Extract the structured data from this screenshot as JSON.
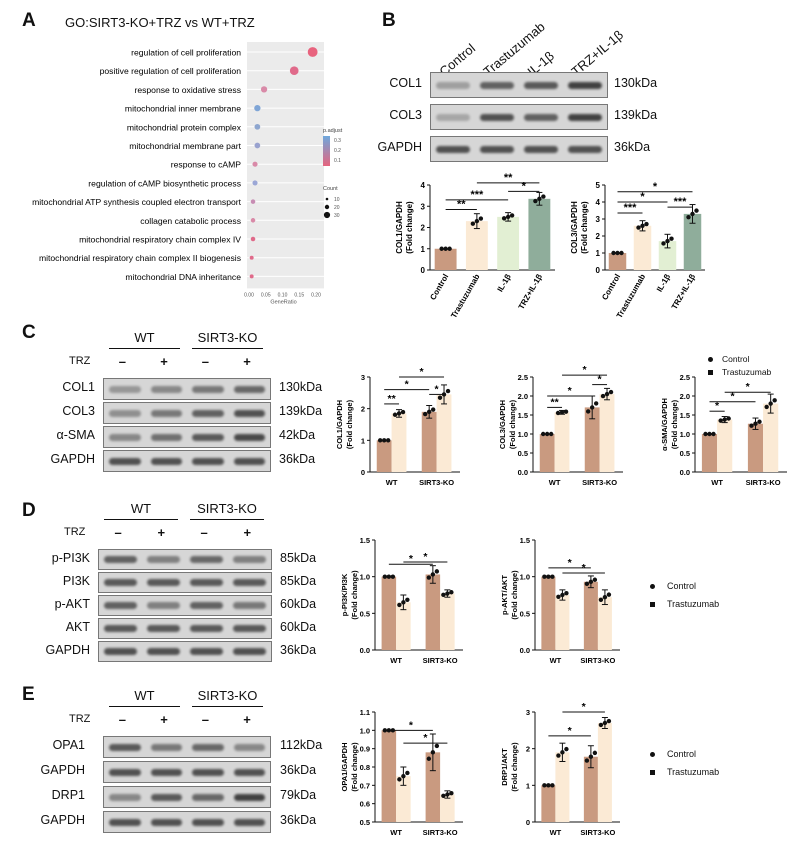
{
  "panels": {
    "A": "A",
    "B": "B",
    "C": "C",
    "D": "D",
    "E": "E"
  },
  "go": {
    "title": "GO:SIRT3-KO+TRZ vs WT+TRZ",
    "terms": [
      {
        "term": "regulation of cell proliferation",
        "ratio": 0.19,
        "color": "#e8637e",
        "size": 7
      },
      {
        "term": "positive regulation of cell proliferation",
        "ratio": 0.135,
        "color": "#e06a8a",
        "size": 6
      },
      {
        "term": "response to oxidative stress",
        "ratio": 0.045,
        "color": "#d98aa8",
        "size": 4
      },
      {
        "term": "mitochondrial inner membrane",
        "ratio": 0.025,
        "color": "#7fa5d6",
        "size": 4
      },
      {
        "term": "mitochondrial protein complex",
        "ratio": 0.025,
        "color": "#8ea6cf",
        "size": 3.5
      },
      {
        "term": "mitochondrial membrane part",
        "ratio": 0.025,
        "color": "#99a2cf",
        "size": 3.5
      },
      {
        "term": "response to cAMP",
        "ratio": 0.018,
        "color": "#d98aa8",
        "size": 3
      },
      {
        "term": "regulation of cAMP biosynthetic process",
        "ratio": 0.018,
        "color": "#9ba7d6",
        "size": 3
      },
      {
        "term": "mitochondrial ATP synthesis coupled electron transport",
        "ratio": 0.012,
        "color": "#c78cb3",
        "size": 2.5
      },
      {
        "term": "collagen catabolic process",
        "ratio": 0.012,
        "color": "#d98aa8",
        "size": 2.5
      },
      {
        "term": "mitochondrial respiratory chain complex IV",
        "ratio": 0.012,
        "color": "#e06a8a",
        "size": 2.5
      },
      {
        "term": "mitochondrial respiratory chain complex II biogenesis",
        "ratio": 0.008,
        "color": "#e06a8a",
        "size": 2
      },
      {
        "term": "mitochondrial DNA inheritance",
        "ratio": 0.008,
        "color": "#e06a8a",
        "size": 2
      }
    ],
    "xticks": [
      "0.00",
      "0.05",
      "0.10",
      "0.15",
      "0.20"
    ],
    "xlabel": "GeneRatio",
    "legend_padj": {
      "title": "p.adjust",
      "ticks": [
        "0.3",
        "0.2",
        "0.1"
      ]
    },
    "legend_count": {
      "title": "Count",
      "ticks": [
        "10",
        "20",
        "30"
      ]
    }
  },
  "blotB": {
    "lanes": [
      "Control",
      "Trastuzumab",
      "IL-1β",
      "TRZ+IL-1β"
    ],
    "rows": [
      {
        "protein": "COL1",
        "kda": "130kDa",
        "levels": [
          0.35,
          0.75,
          0.8,
          0.95
        ]
      },
      {
        "protein": "COL3",
        "kda": "139kDa",
        "levels": [
          0.3,
          0.85,
          0.75,
          0.95
        ]
      },
      {
        "protein": "GAPDH",
        "kda": "36kDa",
        "levels": [
          0.85,
          0.85,
          0.85,
          0.85
        ]
      }
    ]
  },
  "blotC": {
    "groups": [
      "WT",
      "SIRT3-KO"
    ],
    "trz_label": "TRZ",
    "signs": [
      "–",
      "+",
      "–",
      "+"
    ],
    "rows": [
      {
        "protein": "COL1",
        "kda": "130kDa",
        "levels": [
          0.4,
          0.5,
          0.6,
          0.7
        ]
      },
      {
        "protein": "COL3",
        "kda": "139kDa",
        "levels": [
          0.45,
          0.6,
          0.75,
          0.85
        ]
      },
      {
        "protein": "α-SMA",
        "kda": "42kDa",
        "levels": [
          0.5,
          0.65,
          0.8,
          0.9
        ]
      },
      {
        "protein": "GAPDH",
        "kda": "36kDa",
        "levels": [
          0.85,
          0.85,
          0.85,
          0.85
        ]
      }
    ]
  },
  "blotD": {
    "groups": [
      "WT",
      "SIRT3-KO"
    ],
    "trz_label": "TRZ",
    "signs": [
      "–",
      "+",
      "–",
      "+"
    ],
    "rows": [
      {
        "protein": "p-PI3K",
        "kda": "85kDa",
        "levels": [
          0.75,
          0.55,
          0.7,
          0.55
        ]
      },
      {
        "protein": "PI3K",
        "kda": "85kDa",
        "levels": [
          0.8,
          0.8,
          0.8,
          0.8
        ]
      },
      {
        "protein": "p-AKT",
        "kda": "60kDa",
        "levels": [
          0.75,
          0.55,
          0.75,
          0.6
        ]
      },
      {
        "protein": "AKT",
        "kda": "60kDa",
        "levels": [
          0.8,
          0.8,
          0.8,
          0.8
        ]
      },
      {
        "protein": "GAPDH",
        "kda": "36kDa",
        "levels": [
          0.85,
          0.85,
          0.85,
          0.85
        ]
      }
    ]
  },
  "blotE": {
    "groups": [
      "WT",
      "SIRT3-KO"
    ],
    "trz_label": "TRZ",
    "signs": [
      "–",
      "+",
      "–",
      "+"
    ],
    "rows": [
      {
        "protein": "OPA1",
        "kda": "112kDa",
        "levels": [
          0.8,
          0.6,
          0.7,
          0.5
        ]
      },
      {
        "protein": "GAPDH",
        "kda": "36kDa",
        "levels": [
          0.85,
          0.85,
          0.85,
          0.85
        ]
      },
      {
        "protein": "DRP1",
        "kda": "79kDa",
        "levels": [
          0.5,
          0.8,
          0.7,
          0.95
        ]
      },
      {
        "protein": "GAPDH",
        "kda": "36kDa",
        "levels": [
          0.85,
          0.85,
          0.85,
          0.85
        ]
      }
    ]
  },
  "legend": {
    "control": "Control",
    "trz": "Trastuzumab"
  },
  "colors": {
    "control": "#c99a80",
    "trz": "#fbead5",
    "il1b": "#e2efd3",
    "combo": "#8fad9b"
  },
  "chart_data": [
    {
      "id": "B1",
      "type": "bar",
      "ylabel": "COL1/GAPDH\n(Fold change)",
      "ylim": [
        0,
        4
      ],
      "yticks": [
        0,
        1,
        2,
        3,
        4
      ],
      "categories": [
        "Control",
        "Trastuzumab",
        "IL-1β",
        "TRZ+IL-1β"
      ],
      "values": [
        1.0,
        2.3,
        2.5,
        3.35
      ],
      "err": [
        0,
        0.35,
        0.2,
        0.3
      ],
      "sig": [
        {
          "a": 0,
          "b": 1,
          "label": "**",
          "y": 2.85
        },
        {
          "a": 0,
          "b": 2,
          "label": "***",
          "y": 3.3
        },
        {
          "a": 1,
          "b": 3,
          "label": "**",
          "y": 4.1
        },
        {
          "a": 2,
          "b": 3,
          "label": "*",
          "y": 3.7
        }
      ]
    },
    {
      "id": "B2",
      "type": "bar",
      "ylabel": "COL3/GAPDH\n(Fold change)",
      "ylim": [
        0,
        5
      ],
      "yticks": [
        0,
        1,
        2,
        3,
        4,
        5
      ],
      "categories": [
        "Control",
        "Trastuzumab",
        "IL-1β",
        "TRZ+IL-1β"
      ],
      "values": [
        1.0,
        2.6,
        1.7,
        3.3
      ],
      "err": [
        0,
        0.3,
        0.4,
        0.55
      ],
      "sig": [
        {
          "a": 0,
          "b": 1,
          "label": "***",
          "y": 3.35
        },
        {
          "a": 0,
          "b": 2,
          "label": "*",
          "y": 4.0
        },
        {
          "a": 0,
          "b": 3,
          "label": "*",
          "y": 4.6
        },
        {
          "a": 2,
          "b": 3,
          "label": "***",
          "y": 3.7
        }
      ]
    },
    {
      "id": "C1",
      "type": "bar",
      "ylabel": "COL1/GAPDH\n(Fold change)",
      "ylim": [
        0,
        3
      ],
      "yticks": [
        0,
        1,
        2,
        3
      ],
      "categories": [
        "WT",
        "SIRT3-KO"
      ],
      "series": [
        {
          "values": [
            1.0,
            1.9
          ],
          "err": [
            0,
            0.2
          ]
        },
        {
          "values": [
            1.85,
            2.45
          ],
          "err": [
            0.12,
            0.3
          ]
        }
      ],
      "sig": [
        {
          "a": 0,
          "b": 1,
          "label": "**",
          "y": 2.15
        },
        {
          "a": 0,
          "b": 2,
          "label": "*",
          "y": 2.6
        },
        {
          "a": 2,
          "b": 3,
          "label": "*",
          "y": 2.45
        },
        {
          "a": 1,
          "b": 3,
          "label": "*",
          "y": 3.0
        }
      ]
    },
    {
      "id": "C2",
      "type": "bar",
      "ylabel": "COL3/GAPDH\n(Fold change)",
      "ylim": [
        0,
        2.5
      ],
      "yticks": [
        0.0,
        0.5,
        1.0,
        1.5,
        2.0,
        2.5
      ],
      "categories": [
        "WT",
        "SIRT3-KO"
      ],
      "series": [
        {
          "values": [
            1.0,
            1.7
          ],
          "err": [
            0,
            0.3
          ]
        },
        {
          "values": [
            1.57,
            2.05
          ],
          "err": [
            0.05,
            0.15
          ]
        }
      ],
      "sig": [
        {
          "a": 0,
          "b": 1,
          "label": "**",
          "y": 1.7
        },
        {
          "a": 0,
          "b": 2,
          "label": "*",
          "y": 2.0
        },
        {
          "a": 2,
          "b": 3,
          "label": "*",
          "y": 2.3
        },
        {
          "a": 1,
          "b": 3,
          "label": "*",
          "y": 2.55
        }
      ]
    },
    {
      "id": "C3",
      "type": "bar",
      "ylabel": "α-SMA/GAPDH\n(Fold change)",
      "ylim": [
        0,
        2.5
      ],
      "yticks": [
        0.0,
        0.5,
        1.0,
        1.5,
        2.0,
        2.5
      ],
      "categories": [
        "WT",
        "SIRT3-KO"
      ],
      "series": [
        {
          "values": [
            1.0,
            1.27
          ],
          "err": [
            0,
            0.15
          ]
        },
        {
          "values": [
            1.38,
            1.8
          ],
          "err": [
            0.08,
            0.25
          ]
        }
      ],
      "sig": [
        {
          "a": 0,
          "b": 1,
          "label": "*",
          "y": 1.6
        },
        {
          "a": 0,
          "b": 2,
          "label": "*",
          "y": 1.85
        },
        {
          "a": 1,
          "b": 3,
          "label": "*",
          "y": 2.1
        }
      ]
    },
    {
      "id": "D1",
      "type": "bar",
      "ylabel": "p-PI3K/PI3K\n(Fold change)",
      "ylim": [
        0,
        1.5
      ],
      "yticks": [
        0.0,
        0.5,
        1.0,
        1.5
      ],
      "categories": [
        "WT",
        "SIRT3-KO"
      ],
      "series": [
        {
          "values": [
            1.0,
            1.03
          ],
          "err": [
            0,
            0.12
          ]
        },
        {
          "values": [
            0.65,
            0.77
          ],
          "err": [
            0.1,
            0.05
          ]
        }
      ],
      "sig": [
        {
          "a": 0,
          "b": 2,
          "label": "*",
          "y": 1.17
        },
        {
          "a": 1,
          "b": 3,
          "label": "*",
          "y": 1.2
        }
      ]
    },
    {
      "id": "D2",
      "type": "bar",
      "ylabel": "p-AKT/AKT\n(Fold change)",
      "ylim": [
        0,
        1.5
      ],
      "yticks": [
        0.0,
        0.5,
        1.0,
        1.5
      ],
      "categories": [
        "WT",
        "SIRT3-KO"
      ],
      "series": [
        {
          "values": [
            1.0,
            0.93
          ],
          "err": [
            0,
            0.08
          ]
        },
        {
          "values": [
            0.75,
            0.72
          ],
          "err": [
            0.07,
            0.1
          ]
        }
      ],
      "sig": [
        {
          "a": 0,
          "b": 2,
          "label": "*",
          "y": 1.12
        },
        {
          "a": 1,
          "b": 3,
          "label": "*",
          "y": 1.05
        }
      ]
    },
    {
      "id": "E1",
      "type": "bar",
      "ylabel": "OPA1/GAPDH\n(Fold change)",
      "ylim": [
        0.5,
        1.1
      ],
      "yticks": [
        0.5,
        0.6,
        0.7,
        0.8,
        0.9,
        1.0,
        1.1
      ],
      "categories": [
        "WT",
        "SIRT3-KO"
      ],
      "series": [
        {
          "values": [
            1.0,
            0.88
          ],
          "err": [
            0,
            0.1
          ]
        },
        {
          "values": [
            0.75,
            0.65
          ],
          "err": [
            0.05,
            0.02
          ]
        }
      ],
      "sig": [
        {
          "a": 0,
          "b": 2,
          "label": "*",
          "y": 1.0
        },
        {
          "a": 1,
          "b": 3,
          "label": "*",
          "y": 0.93
        }
      ]
    },
    {
      "id": "E2",
      "type": "bar",
      "ylabel": "DRP1/AKT\n(Fold change)",
      "ylim": [
        0,
        3
      ],
      "yticks": [
        0,
        1,
        2,
        3
      ],
      "categories": [
        "WT",
        "SIRT3-KO"
      ],
      "series": [
        {
          "values": [
            1.0,
            1.78
          ],
          "err": [
            0,
            0.3
          ]
        },
        {
          "values": [
            1.9,
            2.7
          ],
          "err": [
            0.25,
            0.15
          ]
        }
      ],
      "sig": [
        {
          "a": 0,
          "b": 2,
          "label": "*",
          "y": 2.35
        },
        {
          "a": 1,
          "b": 3,
          "label": "*",
          "y": 3.0
        }
      ]
    }
  ]
}
